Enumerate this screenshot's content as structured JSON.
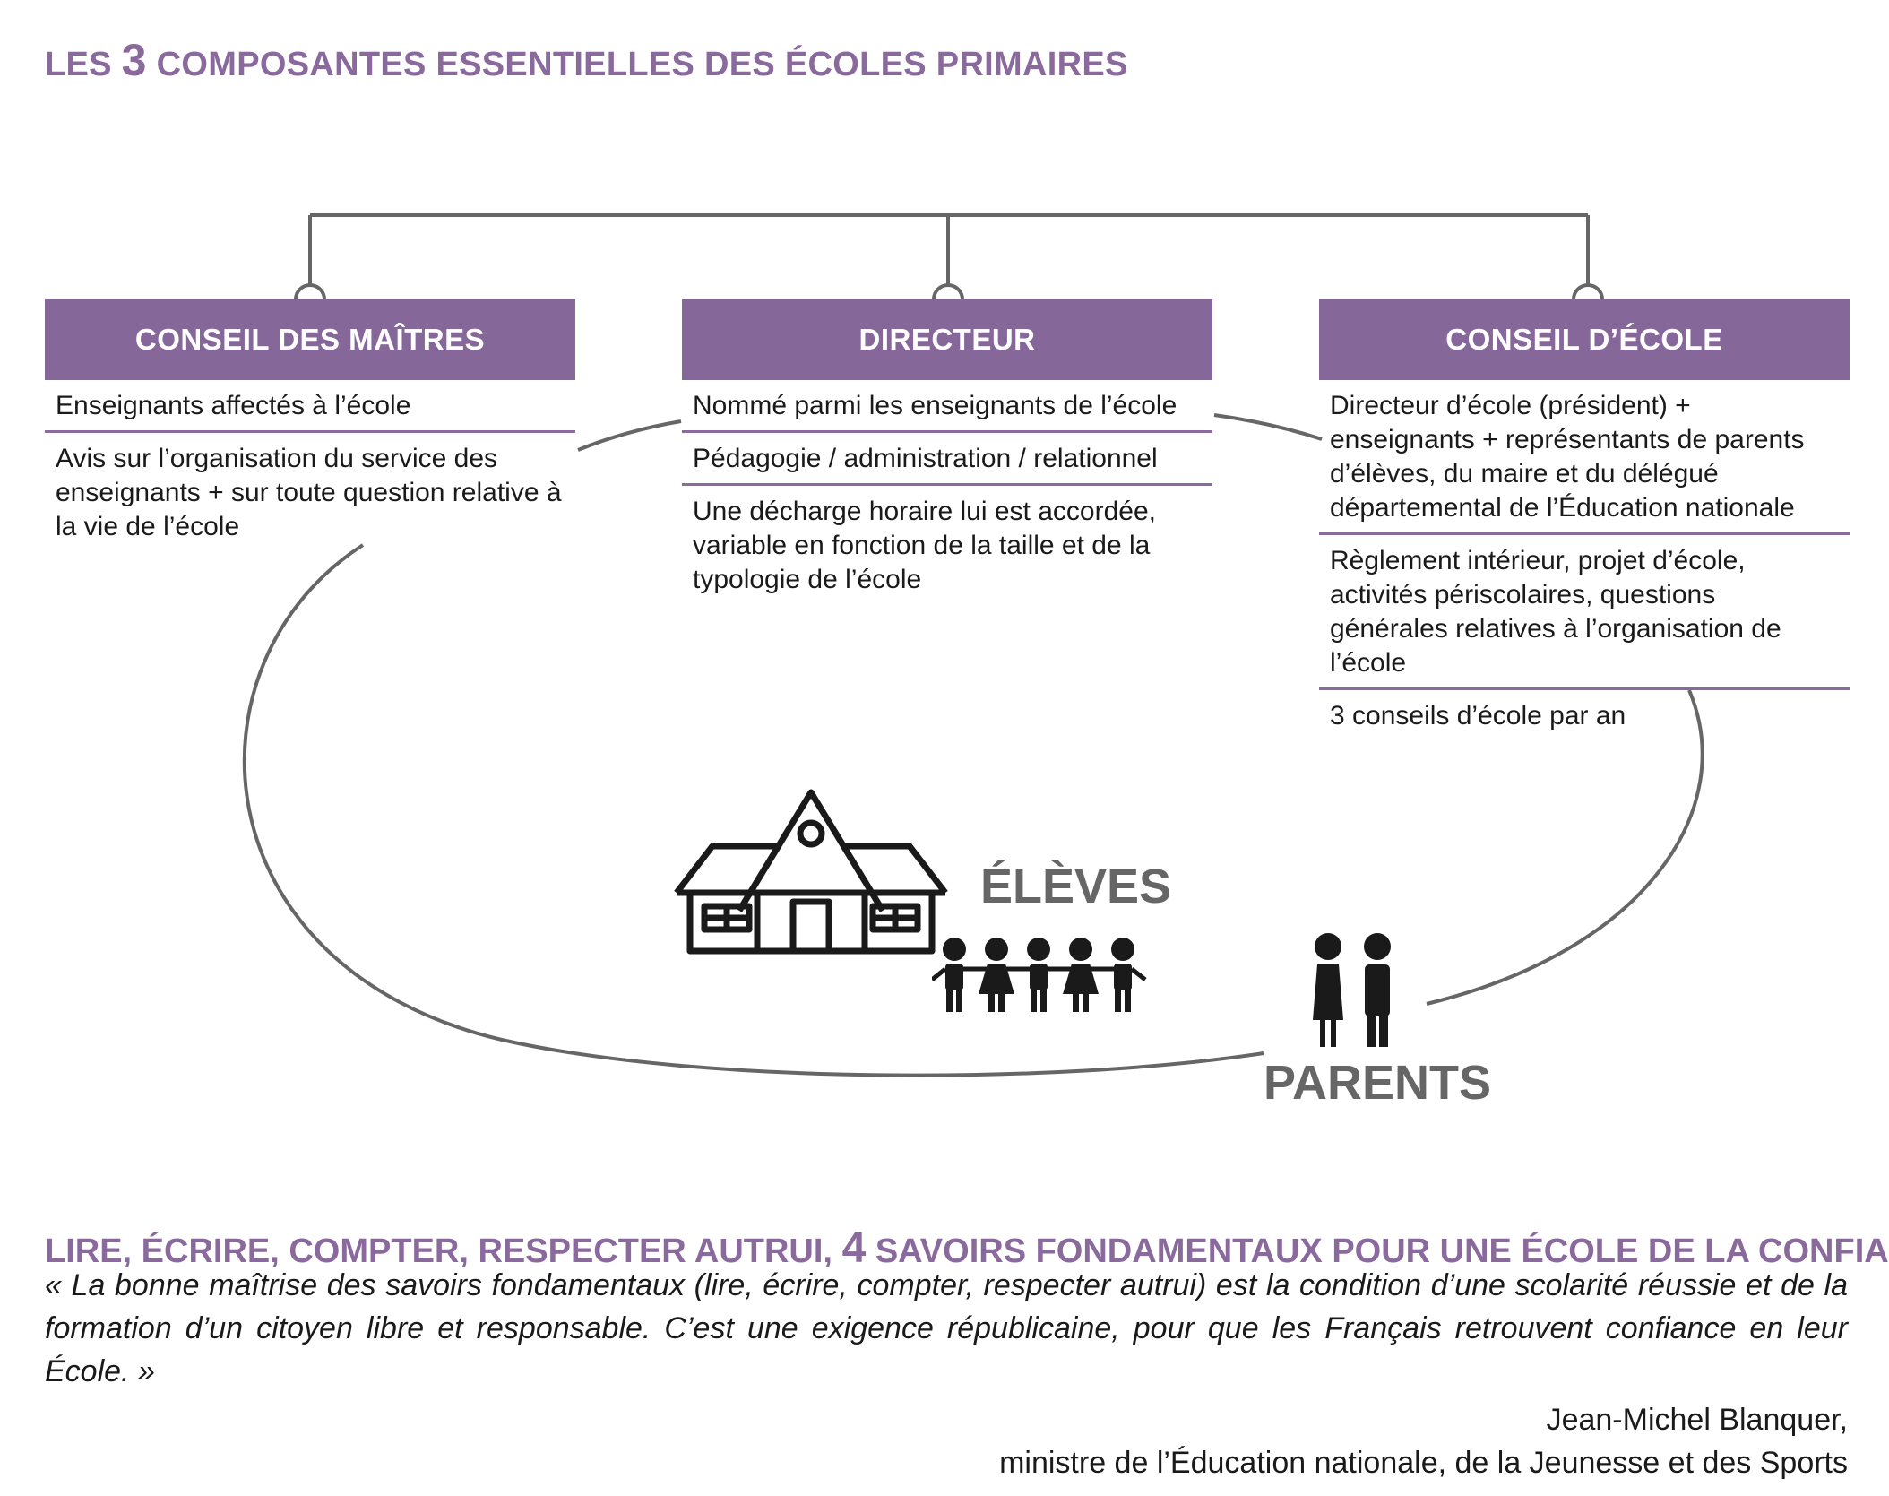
{
  "title": {
    "prefix": "LES ",
    "number": "3",
    "suffix": " COMPOSANTES ESSENTIELLES DES ÉCOLES PRIMAIRES"
  },
  "boxes": [
    {
      "heading": "CONSEIL DES MAÎTRES",
      "rows": [
        "Enseignants affectés à l’école",
        "Avis sur l’organisation du service des enseignants + sur toute question relative à la vie de l’école"
      ]
    },
    {
      "heading": "DIRECTEUR",
      "rows": [
        "Nommé parmi les enseignants de l’école",
        "Pédagogie / administration / relationnel",
        "Une décharge horaire lui est accordée, variable en fonction de la taille et de la typologie de l’école"
      ]
    },
    {
      "heading": "CONSEIL D’ÉCOLE",
      "rows": [
        "Directeur d’école (président) + enseignants + représentants de parents d’élèves, du maire et du délégué départemental de l’Éducation nationale",
        "Règlement intérieur, projet d’école, activités périscolaires, questions générales relatives à l’organisation de l’école",
        "3 conseils d’école par an"
      ]
    }
  ],
  "labels": {
    "eleves": "ÉLÈVES",
    "parents": "PARENTS"
  },
  "icons": [
    "school-building-icon",
    "children-group-icon",
    "parents-couple-icon"
  ],
  "subtitle": {
    "prefix": "LIRE, ÉCRIRE, COMPTER, RESPECTER AUTRUI, ",
    "number": "4",
    "suffix": " SAVOIRS FONDAMENTAUX POUR UNE ÉCOLE  DE LA CONFIANCE"
  },
  "quote": "« La bonne maîtrise des savoirs fondamentaux (lire, écrire, compter, respecter autrui) est la condition d’une scolarité réussie et de la formation d’un citoyen libre et responsable. C’est une exigence républicaine, pour que les Français retrouvent confiance en leur École. »",
  "author": {
    "name": "Jean-Michel Blanquer,",
    "role": "ministre de l’Éducation nationale, de la Jeunesse et des Sports"
  },
  "colors": {
    "accent": "#86679a",
    "text": "#1a1a1a",
    "line": "#666666"
  }
}
